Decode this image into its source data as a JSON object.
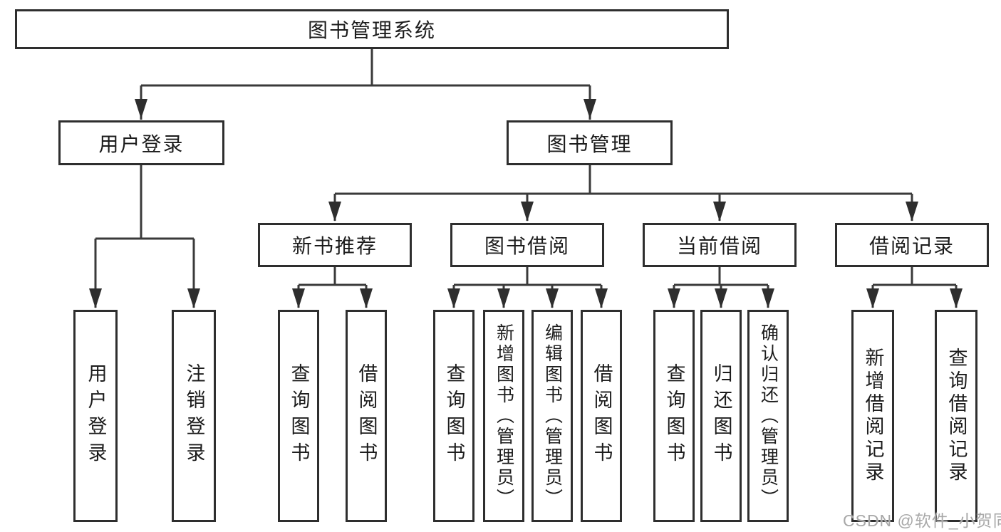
{
  "tree": {
    "root": "图书管理系统",
    "branches": [
      {
        "label": "用户登录",
        "children": [
          "用户登录",
          "注销登录"
        ]
      },
      {
        "label": "图书管理",
        "groups": [
          {
            "label": "新书推荐",
            "children": [
              "查询图书",
              "借阅图书"
            ]
          },
          {
            "label": "图书借阅",
            "children": [
              "查询图书",
              "新增图书（管理员）",
              "编辑图书（管理员）",
              "借阅图书"
            ]
          },
          {
            "label": "当前借阅",
            "children": [
              "查询图书",
              "归还图书",
              "确认归还（管理员）"
            ]
          },
          {
            "label": "借阅记录",
            "children": [
              "新增借阅记录",
              "查询借阅记录"
            ]
          }
        ]
      }
    ]
  },
  "watermark": {
    "text": "CSDN @软件_小贺同学"
  },
  "colors": {
    "line": "#3a3a3a",
    "box_border": "#2e2e2e",
    "text": "#1c1c1c",
    "watermark": "#a8a8a8",
    "background": "#ffffff"
  }
}
